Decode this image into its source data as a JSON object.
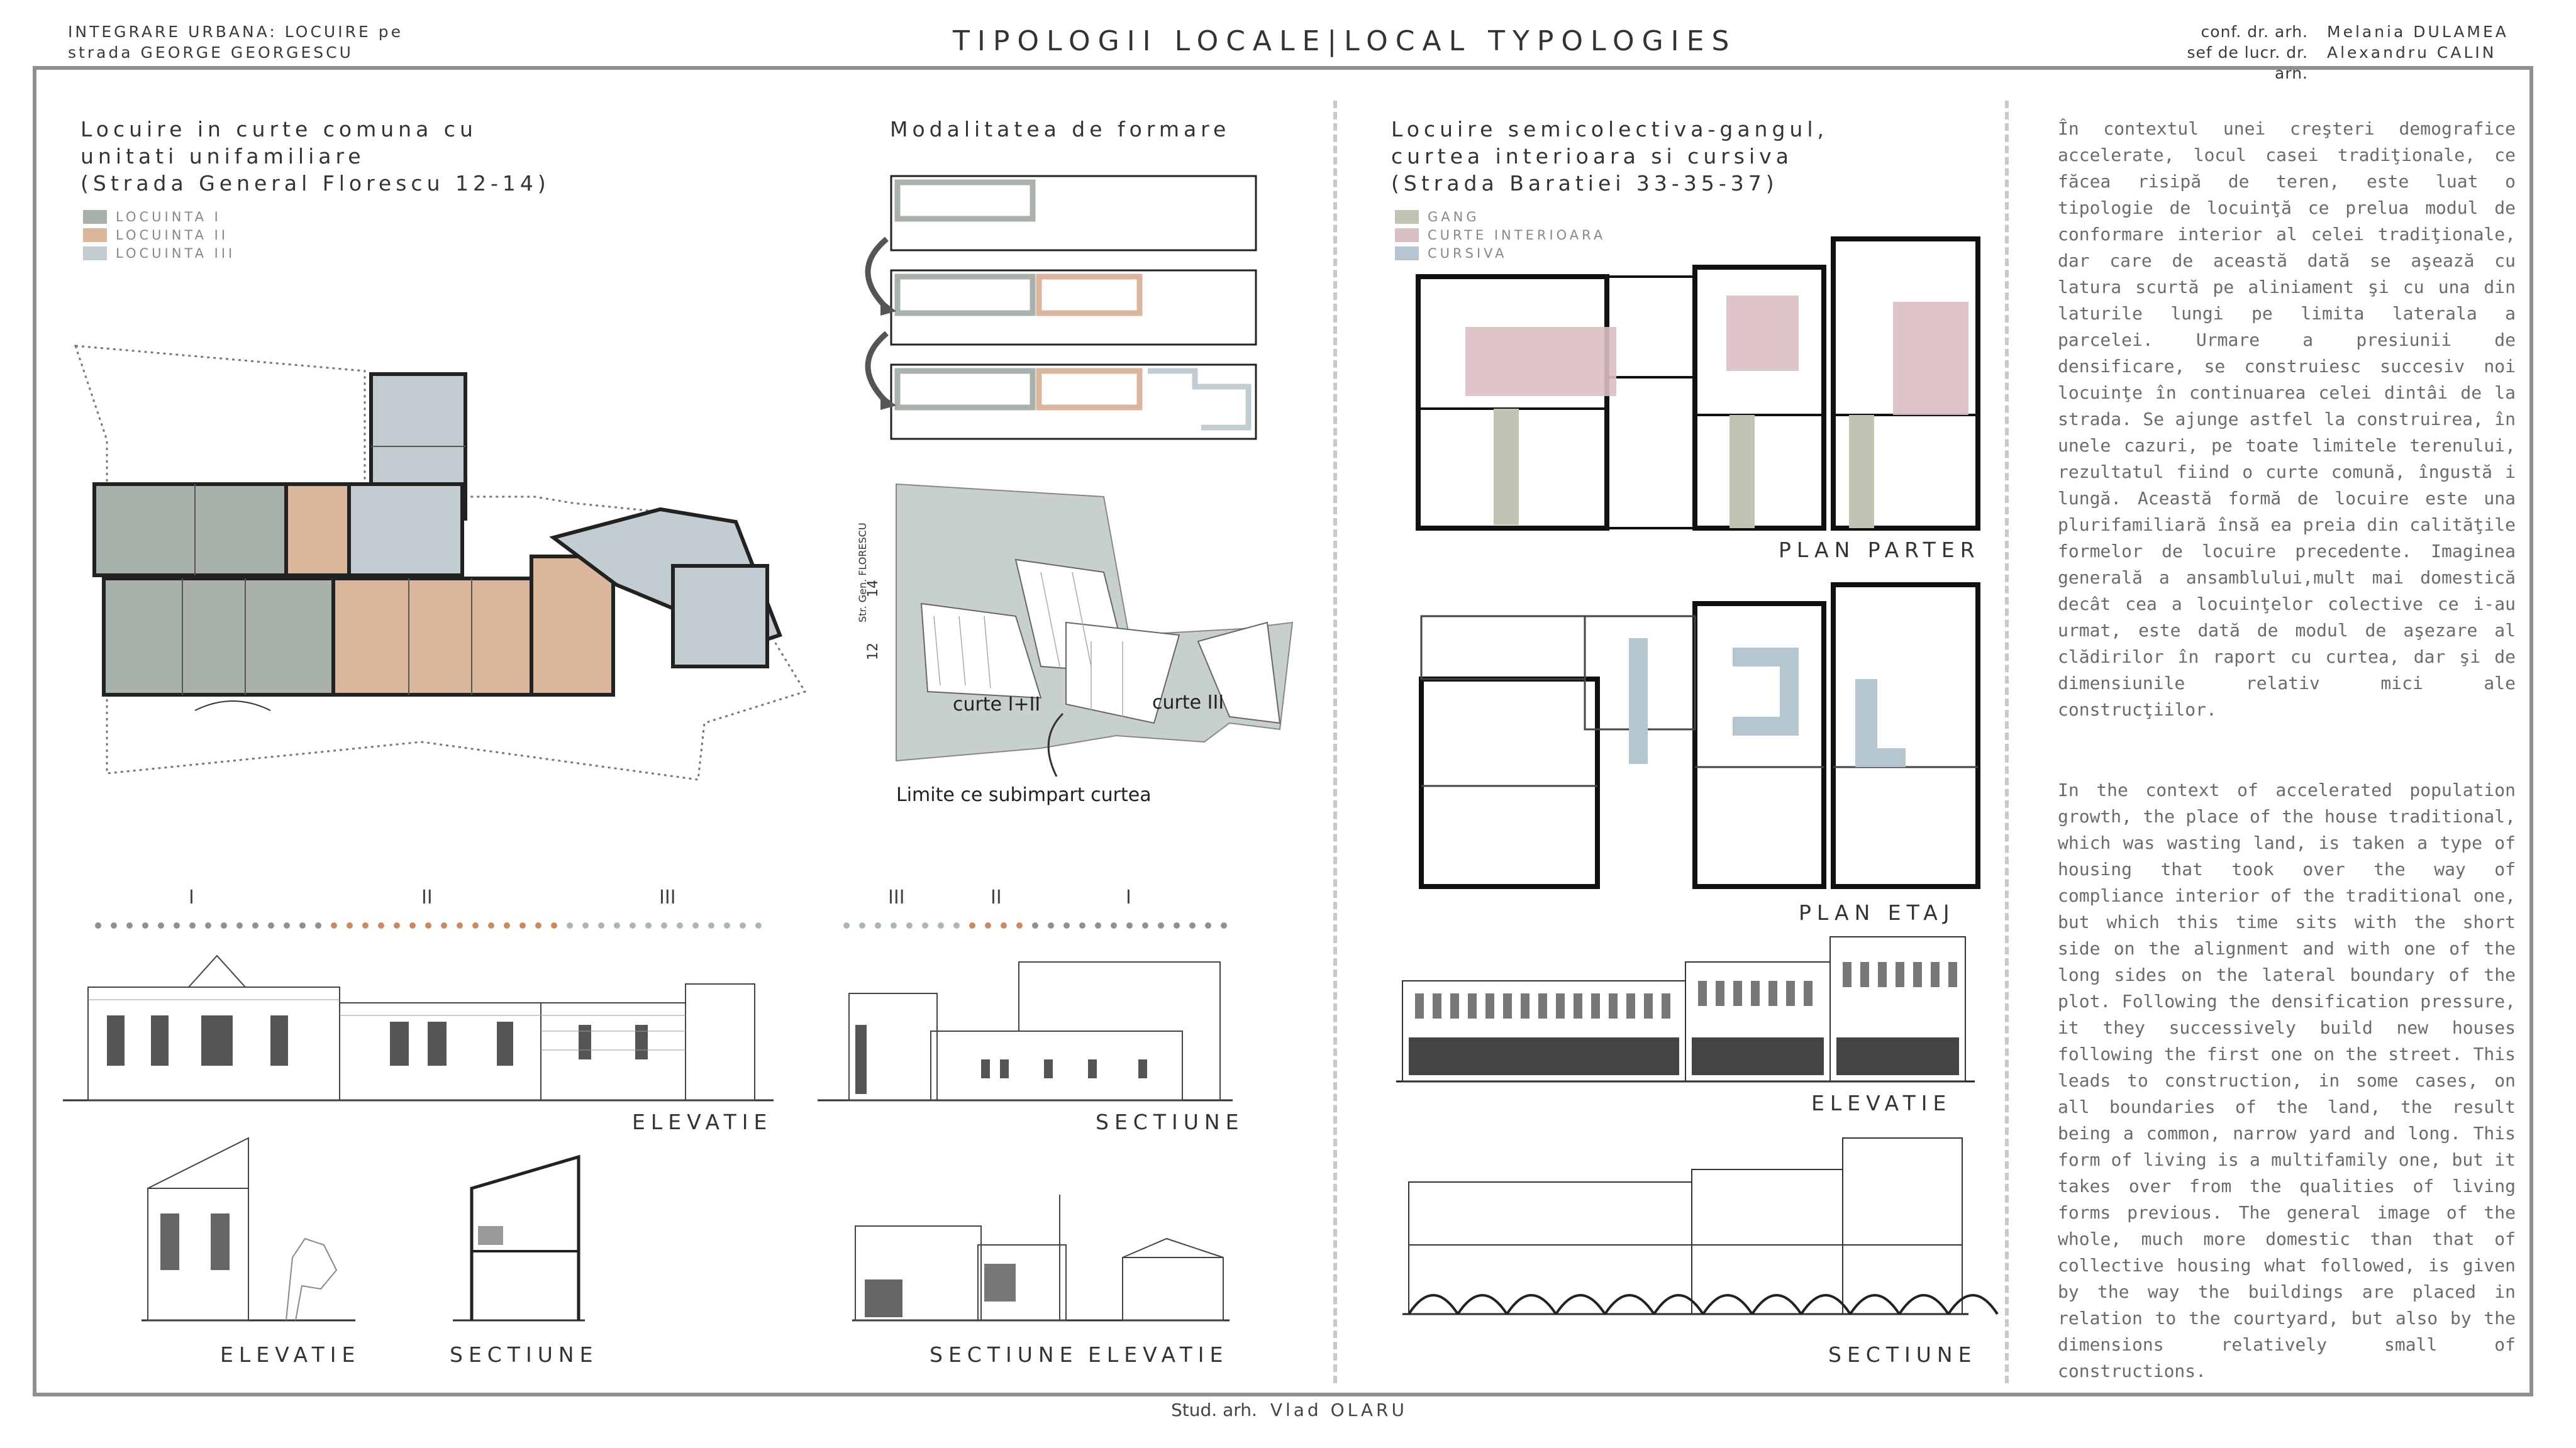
{
  "header": {
    "left_line1": "INTEGRARE URBANA: LOCUIRE pe",
    "left_line2": "strada GEORGE GEORGESCU",
    "title": "TIPOLOGII LOCALE|LOCAL TYPOLOGIES",
    "right_role1": "conf. dr. arh.",
    "right_name1": "Melania DULAMEA",
    "right_role2": "sef de lucr. dr. arh.",
    "right_name2": "Alexandru CALIN"
  },
  "section1": {
    "title_line1": "Locuire in curte comuna cu",
    "title_line2": "unitati unifamiliare",
    "title_line3": "(Strada General Florescu 12-14)",
    "legend": [
      {
        "label": "LOCUINTA I",
        "color": "#a8b1aa"
      },
      {
        "label": "LOCUINTA II",
        "color": "#dbb69c"
      },
      {
        "label": "LOCUINTA III",
        "color": "#c3ccd1"
      }
    ]
  },
  "section2": {
    "title": "Modalitatea de formare",
    "map_street": "Str. Gen. FLORESCU",
    "map_num1": "14",
    "map_num2": "12",
    "court1": "curte I+II",
    "court2": "curte III",
    "caption": "Limite ce subimpart curtea"
  },
  "drawings_left": {
    "roman_left": [
      "I",
      "II",
      "III"
    ],
    "roman_mid": [
      "III",
      "II",
      "I"
    ],
    "elevatie": "ELEVATIE",
    "sectiune": "SECTIUNE",
    "elevatie2": "ELEVATIE",
    "sectiune2": "SECTIUNE",
    "sectiune3": "SECTIUNE",
    "elevatie3": "ELEVATIE"
  },
  "section3": {
    "title_line1": "Locuire semicolectiva-gangul,",
    "title_line2": "curtea interioara si cursiva",
    "title_line3": "(Strada Baratiei 33-35-37)",
    "legend": [
      {
        "label": "GANG",
        "color": "#c2c3b3"
      },
      {
        "label": "CURTE INTERIOARA",
        "color": "#d9bfc2"
      },
      {
        "label": "CURSIVA",
        "color": "#b6c6d0"
      }
    ],
    "plan_parter": "PLAN PARTER",
    "plan_etaj": "PLAN ETAJ",
    "elevatie": "ELEVATIE",
    "sectiune": "SECTIUNE"
  },
  "text_ro": "În contextul unei creşteri demografice accelerate, locul casei tradiţionale, ce făcea risipă de teren, este luat o tipologie de locuinţă ce prelua modul de conformare interior al celei tradiţionale, dar care de această dată se aşează cu latura scurtă pe aliniament şi cu una din laturile lungi pe limita laterala a parcelei. Urmare a presiunii de densificare, se construiesc succesiv noi locuinţe în continuarea celei dintâi de la strada. Se ajunge astfel la construirea, în unele cazuri, pe toate limitele terenului, rezultatul fiind o curte comună, îngustă i lungă. Această formă de locuire este una plurifamiliară însă ea preia din calităţile formelor de locuire precedente. Imaginea generală a ansamblului,mult mai domestică decât cea a locuinţelor colective ce i-au urmat, este dată de modul de aşezare al clădirilor în raport cu curtea, dar şi de dimensiunile relativ mici ale construcţiilor.",
  "text_en": "In the context of accelerated population growth, the place of the house traditional, which was wasting land, is taken a type of housing that took over the way of compliance interior of the traditional one, but which this time sits with the short side on the alignment and with one of the long sides on the lateral boundary of the plot. Following the densification pressure, it they successively build new houses following the first one on the street. This leads to construction, in some cases, on all boundaries of the land, the result being a common, narrow yard and long. This form of living is a multifamily one, but it takes over from the qualities of living forms previous. The general image of the whole, much more domestic than that of collective housing what followed, is given by the way the buildings are placed in relation to the courtyard, but also by the dimensions relatively small of constructions.",
  "footer": {
    "student_role": "Stud. arh.",
    "student_name": "Vlad OLARU"
  }
}
